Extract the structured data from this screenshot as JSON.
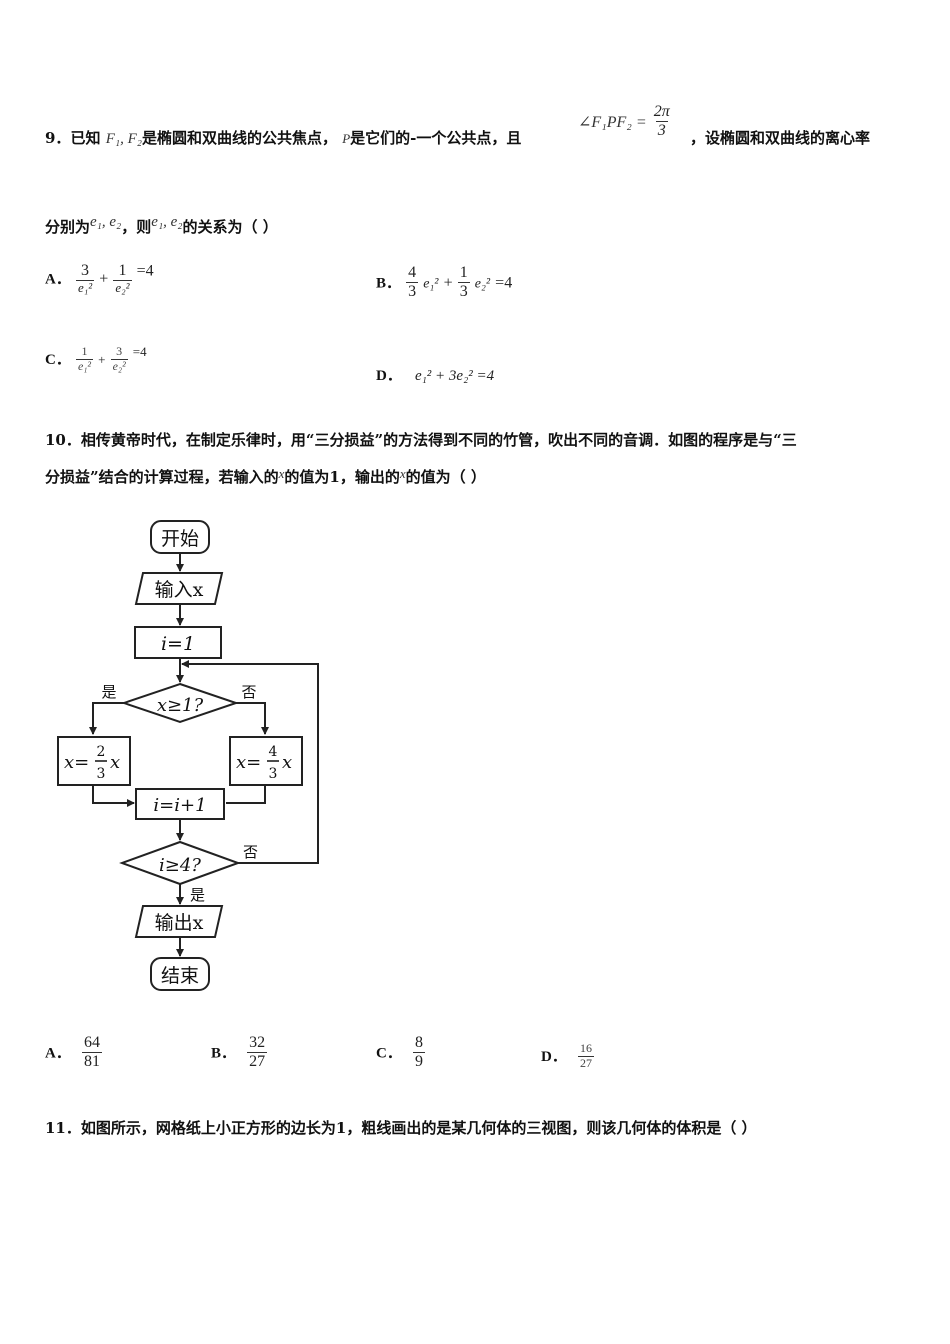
{
  "q9": {
    "number": "9．",
    "t1": "已知",
    "m1": "F₁, F₂",
    "t2": "是椭圆和双曲线的公共焦点，",
    "m2": "P",
    "t3": "是它们的-一个公共点，且",
    "m3": "∠F₁PF₂ =",
    "m3_num": "2π",
    "m3_den": "3",
    "t4": "，设椭圆和双曲线的离心率",
    "t5": "分别为",
    "m4": "e₁, e₂",
    "t6": "，则",
    "m5": "e₁, e₂",
    "t7": "的关系为（    ）",
    "options": {
      "A_label": "A．",
      "A_n1": "3",
      "A_d1": "e₁²",
      "A_plus": "+",
      "A_n2": "1",
      "A_d2": "e₂²",
      "A_eq": "=4",
      "B_label": "B．",
      "B_n1": "4",
      "B_d1": "3",
      "B_t1": "e₁²",
      "B_plus": "+",
      "B_n2": "1",
      "B_d2": "3",
      "B_t2": "e₂²",
      "B_eq": "=4",
      "C_label": "C．",
      "C_n1": "1",
      "C_d1": "e₁²",
      "C_plus": "+",
      "C_n2": "3",
      "C_d2": "e₂²",
      "C_eq": "=4",
      "D_label": "D．",
      "D_expr": "e₁² + 3e₂²  =4"
    }
  },
  "q10": {
    "number": "10．",
    "line1": "相传黄帝时代，在制定乐律时，用“三分损益”的方法得到不同的竹管，吹出不同的音调．如图的程序是与“三",
    "line2a": "分损益”结合的计算过程，若输入的",
    "var1": "x",
    "line2b": "的值为1，输出的",
    "var2": "x",
    "line2c": "的值为（    ）",
    "flow": {
      "start": "开始",
      "input": "输入x",
      "init": "i=1",
      "cond1": "x≥1?",
      "yes": "是",
      "no": "否",
      "left_box_lhs": "x=",
      "left_num": "2",
      "left_den": "3",
      "left_var": "x",
      "right_box_lhs": "x=",
      "right_num": "4",
      "right_den": "3",
      "right_var": "x",
      "inc": "i=i+1",
      "cond2": "i≥4?",
      "no2": "否",
      "yes2": "是",
      "output": "输出x",
      "end": "结束"
    },
    "options": {
      "A_label": "A．",
      "A_num": "64",
      "A_den": "81",
      "B_label": "B．",
      "B_num": "32",
      "B_den": "27",
      "C_label": "C．",
      "C_num": "8",
      "C_den": "9",
      "D_label": "D．",
      "D_num": "16",
      "D_den": "27"
    }
  },
  "q11": {
    "number": "11．",
    "text": "如图所示，网格纸上小正方形的边长为1，粗线画出的是某几何体的三视图，则该几何体的体积是（    ）"
  }
}
